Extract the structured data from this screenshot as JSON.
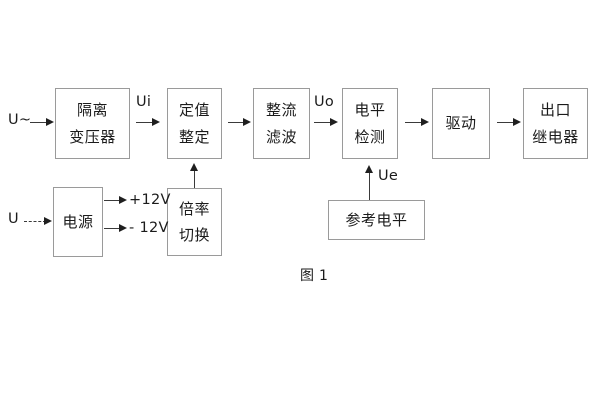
{
  "figure": {
    "caption": "图 1",
    "background": "#ffffff",
    "box_border_color": "#9a9a9a",
    "line_color": "#3a3a3a",
    "text_color": "#1b1b1b"
  },
  "blocks": {
    "isolation_transformer": {
      "line1": "隔离",
      "line2": "变压器"
    },
    "setting_value": {
      "line1": "定值",
      "line2": "整定"
    },
    "rectify_filter": {
      "line1": "整流",
      "line2": "滤波"
    },
    "level_detect": {
      "line1": "电平",
      "line2": "检测"
    },
    "drive": {
      "line1": "驱动"
    },
    "output_relay": {
      "line1": "出口",
      "line2": "继电器"
    },
    "power_supply": {
      "line1": "电源"
    },
    "ratio_switch": {
      "line1": "倍率",
      "line2": "切换"
    },
    "reference_level": {
      "line1": "参考电平"
    }
  },
  "labels": {
    "input_ac": "U~",
    "input_dc": "U",
    "ui": "Ui",
    "uo": "Uo",
    "ue": "Ue",
    "rail_positive": "+12V",
    "rail_negative": "- 12V"
  }
}
